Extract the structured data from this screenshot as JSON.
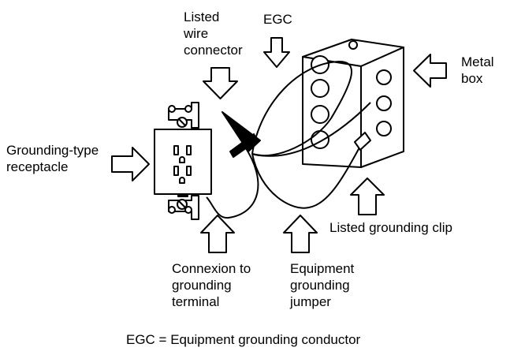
{
  "labels": {
    "listed_wire_connector": [
      "Listed",
      "wire",
      "connector"
    ],
    "egc": "EGC",
    "metal_box": [
      "Metal",
      "box"
    ],
    "grounding_type_receptacle": [
      "Grounding-type",
      "receptacle"
    ],
    "listed_grounding_clip": "Listed grounding clip",
    "connexion_to_grounding_terminal": [
      "Connexion to",
      "grounding",
      "terminal"
    ],
    "equipment_grounding_jumper": [
      "Equipment",
      "grounding",
      "jumper"
    ],
    "footer": "EGC = Equipment grounding conductor"
  }
}
